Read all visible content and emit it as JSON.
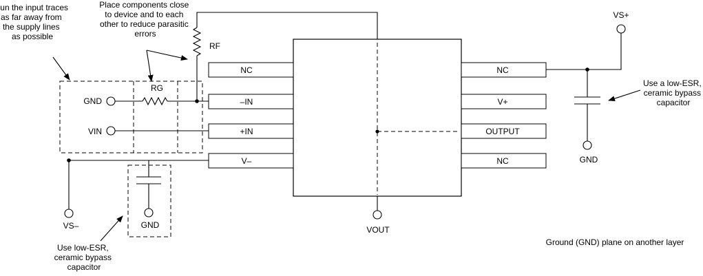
{
  "notes": {
    "input_traces": [
      "Run the input traces",
      "as far away from",
      "the supply lines",
      "as possible"
    ],
    "place_components": [
      "Place components close",
      "to device and to each",
      "other to reduce parasitic",
      "errors"
    ],
    "bypass_right": [
      "Use a low-ESR,",
      "ceramic bypass",
      "capacitor"
    ],
    "bypass_left": [
      "Use low-ESR,",
      "ceramic bypass",
      "capacitor"
    ],
    "ground_plane": "Ground (GND) plane on another layer"
  },
  "components": {
    "rf": "RF",
    "rg": "RG"
  },
  "pins": {
    "left": [
      "NC",
      "–IN",
      "+IN",
      "V–"
    ],
    "right": [
      "NC",
      "V+",
      "OUTPUT",
      "NC"
    ]
  },
  "terminals": {
    "gnd_input": "GND",
    "vin": "VIN",
    "vs_minus": "VS–",
    "gnd_bypass_left": "GND",
    "vout": "VOUT",
    "vs_plus": "VS+",
    "gnd_bypass_right": "GND"
  }
}
